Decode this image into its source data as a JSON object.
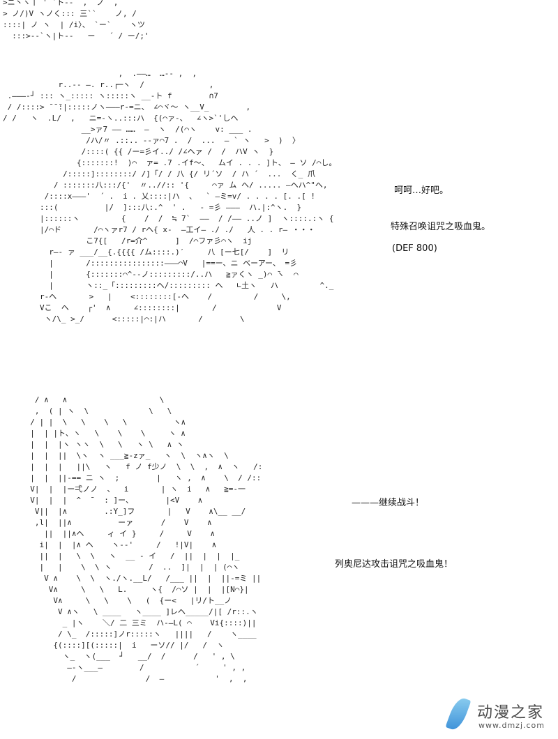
{
  "art": {
    "top_fragment": ">ニ丶ヽ丨 ' `ト--  ,  ノ  ,\n> ノ/)V ヽノく::: 三``    ノ, /\n::::| ノ ヽ  | /i〉、 `ー`    ヽツ\n  :::>-‐`ヽ|ト-‐   ー   ´ / ー/;'",
    "figure_one": "                         ,  .――…  …-- ,  ,\n            r..-- ―. r..┌─ヽ  /              ,\n .―――‐┘ ::: ヽ_::::: ヽ:::::ヽ __-ト f        ∩7\n / /::::> ̄ ̄ ̄:|:::::ノヽ―――r‐=ニ、 ∠⌒ヾ〜 ヽ__V_        ,\n/ /   ヽ  .L/  ,   ニ=-ヽ..:::ハ  {(⌒ァ-、  ∠ヽ>`'しヘ\n                 __>ァ7 ―― ……  ―  ヽ  /(⌒ヽ    v: ___ .\n                  /ハ/〃 .::.. -‐ァ⌒7 .  /  ...  ― ` ヽ   >  )  〉\n                 /::::( {{ /ー=彡イ../ /∠ヘァ /  /  ハV ヽ  }\n                {:::::::!  )⌒  ァ= .7 .イf〜、  ムイ . . . ]ト、 ― ソ /⌒し。\n             /:::::]::::::::/ /]「/ / 八 {/ リ´ソ  / ハ ´  ...  く_ 爪\n           / :::::::八:::/{'  〃..//:: '{     ⌒ァ ム ヘ/ ..... ―ヘハ^\"ヘ,\n         /::::x―――'  ´ .  i . 乂::::|ハ  、  ` ―ミ=v/ . . . . [. .[ !\n        :::(          |/  ]:::八:.^  ' .   - =彡 ―――  ハ.|:^ヽ.  }\n        |::::::ヽ         {    /  /  ≒ 7`  ――  / /―― ..ノ ]  ヽ::::.:ヽ {\n        |/⌒ド       /⌒ヽァr7 / rヘ{ x-  ―工イ― ./ ./   人 . . r― ・・・\n                  こ7{[   /r=介^      ]  /⌒ファ彡⌒ヽ  ij\n          r―‐ ァ ___/__{.{{{{ /ム::::.)′     八 [ー七[/    ]  リ\n          |       /::::::::::::::::―――⌒V   |==ー、ニ ベーアー、 =彡\n          |       {:::::::⌒^--ノ:::::::::/..ハ   ≧ァくヽ _)⌒ ̄ヽ  ⌒\n          |       ヽ::_「:::::::::ヘ/::::::::: ヘ   ∟土ヽ   ハ         ^._\n        r‐ヘ       >   |    <::::::::[‐ヘ    /         /     \\,\n        Vこ  ヘ    ┌'  ∧     ∠::::::::|       /             V\n         ヽ/\\_ >_/      <:::::|⌒:|ハ       /        \\",
    "figure_two": "   / ∧   ∧                    \\\n   ,  ( | ヽ  \\             \\   \\\n  / | |  \\   \\    \\   \\          ヽ∧\n  |  | |ト、ヽ   \\    \\    \\     ヽ ∧\n  |  |  |ヽ ヽヽ  \\   \\   ヽ \\   ∧ ヽ\n  |  |  ||  \\ヽ  ヽ ___≧-zァ_   ヽ  \\  ヽ∧ヽ  \\\n  |  |  |   ||\\   ヽ   f ノ f少ノ  \\  \\  ,  ∧  ヽ   /:\n  |  |  ||‐== ニ ヽ  ;        |   ヽ ,  ∧    \\  / /::\n  V|  |  |ー弌ノノ  、  i       | ヽ  i   ∧   ≧=‐一\n  V|  |  |  ^  ̄   : ]ー、       |<V    ∧\n   V||  |∧        .:Y_]フ       |   V    ∧\\__ __/\n   ,l|  ||∧          ーァ      /    V    ∧\n     ||  ||∧ヘ     ィ イ }     /     V    ∧\n    i|  |  |∧ ヘ    ヽ-‐'     /   !|V|    ∧\n    ||  |   \\  \\   ヽ  __ - イ   /  ||  |  |  |_\n    |   |    \\  \\ ヽ        /  ..  ]|  |  | (⌒ヽ\n     V ∧    \\  \\  ヽ./ヽ.__L/   /___ ||  |  ||-=ミ ||\n      V∧     \\   \\   L.     ヽ{  /⌒ソ |  |  |[N⌒}|\n       V∧     \\   \\    \\   (  {ー<   |リ/ト__ノ\n        V ∧ヽ   \\ ____   ヽ____ ]レヘ_____/|[ /r::.ヽ\n         _ |ヽ    ＼/ 二 三ミ  ハ‐―L( ⌒    Vi{::::)||\n        / \\_  /:::::]ノr:::::ヽ   ||||   /    ヽ____\n       {(::::][(:::::|  i   ーソ// |/   /  ヽ\n         ヽ_  ヽ(___  ┘   __/  /      /   ' , \\\n          ―-ヽ___―        /           ´     ' , ,\n           /               /  ―           '  ,  ,"
  },
  "captions": {
    "line1": "呵呵…好吧。",
    "line2": "特殊召唤诅咒之吸血鬼。",
    "line3": "(DEF 800)",
    "line4": "———继续战斗！",
    "line5": "列奥尼达攻击诅咒之吸血鬼！"
  },
  "watermark": {
    "name": "动漫之家",
    "url": "www.dmzj.com",
    "color": "#3a8fd8"
  }
}
